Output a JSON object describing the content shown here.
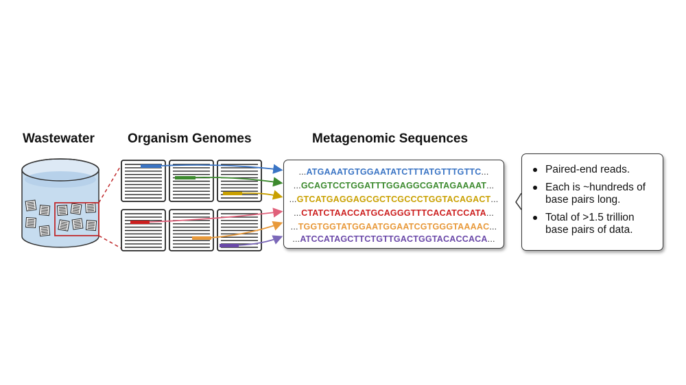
{
  "headings": {
    "wastewater": "Wastewater",
    "genomes": "Organism Genomes",
    "metagenomic": "Metagenomic Sequences"
  },
  "sequences": [
    {
      "dots_left": "...",
      "text": "ATGAAATGTGGAATATCTTTATGTTTGTTC",
      "dots_right": "...",
      "color": "#3a74c4"
    },
    {
      "dots_left": "...",
      "text": "GCAGTCCTGGATTTGGAGGCGATAGAAAAT",
      "dots_right": "...",
      "color": "#3c8a2e"
    },
    {
      "dots_left": "...",
      "text": "GTCATGAGGAGCGCTCGCCCTGGTACAGACT",
      "dots_right": "...",
      "color": "#c9a000"
    },
    {
      "dots_left": "...",
      "text": "CTATCTAACCATGCAGGGTTTCACATCCATA",
      "dots_right": "...",
      "color": "#cc1f1f"
    },
    {
      "dots_left": "...",
      "text": "TGGTGGTATGGAATGGAATCGTGGGTAAAAC",
      "dots_right": "...",
      "color": "#e8993a"
    },
    {
      "dots_left": "...",
      "text": "ATCCATAGCTTCTGTTGACTGGTACACCACA",
      "dots_right": "...",
      "color": "#6a48a8"
    }
  ],
  "info": {
    "items": [
      "Paired-end reads.",
      "Each is ~hundreds of base pairs long.",
      "Total of >1.5 trillion base pairs of data."
    ]
  },
  "colors": {
    "blue": "#3a74c4",
    "green": "#3c8a2e",
    "yellow": "#c9a000",
    "red": "#cc1f1f",
    "orange": "#e8993a",
    "purple": "#6a48a8",
    "water": "#c6dcef",
    "zoom_box": "#c0282a"
  },
  "icons": [
    "wastewater-tank-icon",
    "genome-page-icon",
    "arrow-icon"
  ]
}
